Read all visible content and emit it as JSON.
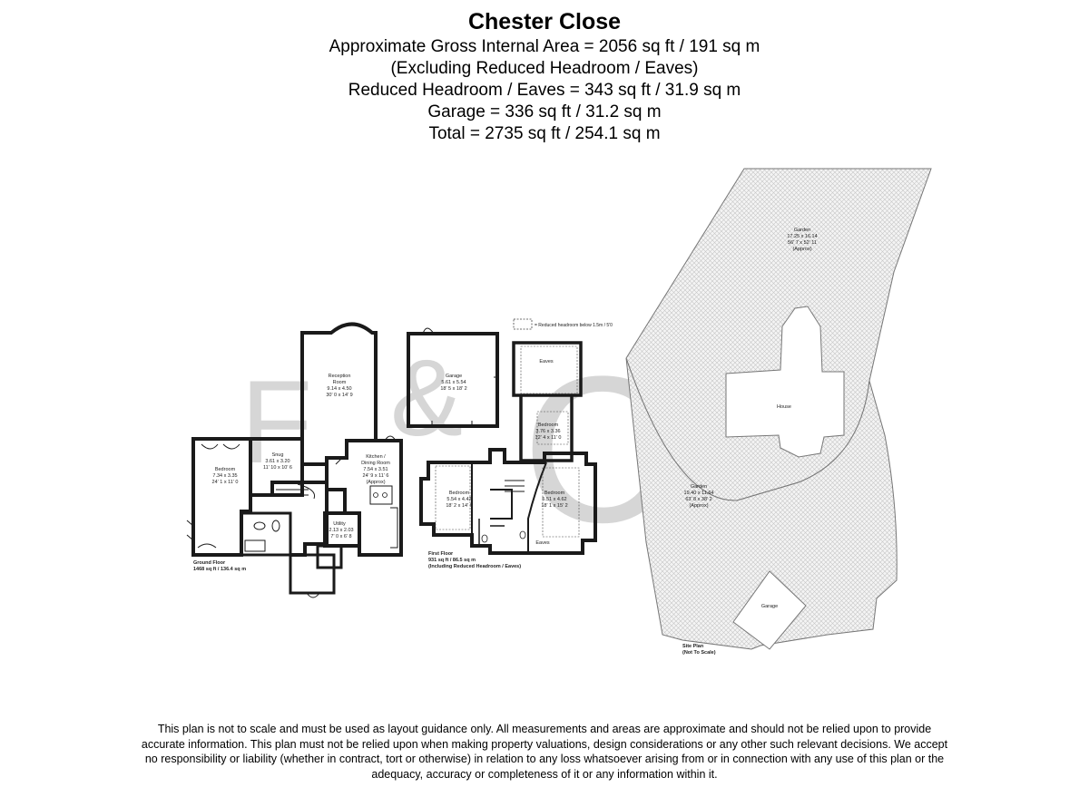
{
  "header": {
    "title": "Chester Close",
    "lines": [
      "Approximate Gross Internal Area = 2056 sq ft / 191 sq m",
      "(Excluding Reduced Headroom / Eaves)",
      "Reduced Headroom / Eaves = 343 sq ft / 31.9 sq m",
      "Garage = 336 sq ft / 31.2 sq m",
      "Total = 2735 sq ft / 254.1 sq m"
    ]
  },
  "legend": {
    "reduced_headroom": "= Reduced headroom below 1.5m / 5'0"
  },
  "ground_floor": {
    "label": "Ground Floor",
    "area": "1468 sq ft / 136.4 sq m",
    "rooms": {
      "reception": {
        "name1": "Reception",
        "name2": "Room",
        "metric": "9.14 x 4.50",
        "imperial": "30' 0 x 14' 9"
      },
      "snug": {
        "name1": "Snug",
        "metric": "3.61 x 3.20",
        "imperial": "11' 10 x 10' 6"
      },
      "bedroom": {
        "name1": "Bedroom",
        "metric": "7.34 x 3.35",
        "imperial": "24' 1 x 11' 0"
      },
      "kitchen": {
        "name1": "Kitchen /",
        "name2": "Dining Room",
        "metric": "7.54 x 3.51",
        "imperial": "24' 9 x 11' 6",
        "note": "(Approx)"
      },
      "utility": {
        "name1": "Utility",
        "metric": "2.13 x 2.03",
        "imperial": "7' 0 x 6' 8"
      }
    }
  },
  "garage": {
    "name1": "Garage",
    "metric": "5.61 x 5.54",
    "imperial": "18' 5 x 18' 2"
  },
  "first_floor": {
    "label": "First Floor",
    "area": "931 sq ft / 86.5 sq m",
    "note": "(Including Reduced Headroom / Eaves)",
    "rooms": {
      "eaves_top": {
        "name1": "Eaves"
      },
      "bedroom_top": {
        "name1": "Bedroom",
        "metric": "3.76 x 3.36",
        "imperial": "12' 4 x 11' 0"
      },
      "bedroom_left": {
        "name1": "Bedroom",
        "metric": "5.54 x 4.42",
        "imperial": "18' 2 x 14' 6"
      },
      "bedroom_right": {
        "name1": "Bedroom",
        "metric": "5.51 x 4.62",
        "imperial": "18' 1 x 15' 2"
      },
      "eaves_bottom": {
        "name1": "Eaves"
      }
    }
  },
  "site_plan": {
    "label1": "Site Plan",
    "label2": "(Not To Scale)",
    "garden_top": {
      "name1": "Garden",
      "metric": "17.25 x 16.14",
      "imperial": "56' 7 x 52' 11",
      "note": "(Approx)"
    },
    "house": {
      "name1": "House"
    },
    "garden_bottom": {
      "name1": "Garden",
      "metric": "19.40 x 11.64",
      "imperial": "63' 8 x 38' 2",
      "note": "(Approx)"
    },
    "garage": {
      "name1": "Garage"
    }
  },
  "footer": {
    "disclaimer": "This plan is not to scale and must be used as layout guidance only. All measurements and areas are approximate and should not be relied upon to provide accurate information. This plan must not be relied upon when making property valuations, design considerations or any other such relevant decisions. We accept no responsibility or liability (whether in contract, tort or otherwise) in relation to any loss whatsoever arising from or in connection with any use of this plan or the adequacy, accuracy or completeness of it or any information within it."
  }
}
